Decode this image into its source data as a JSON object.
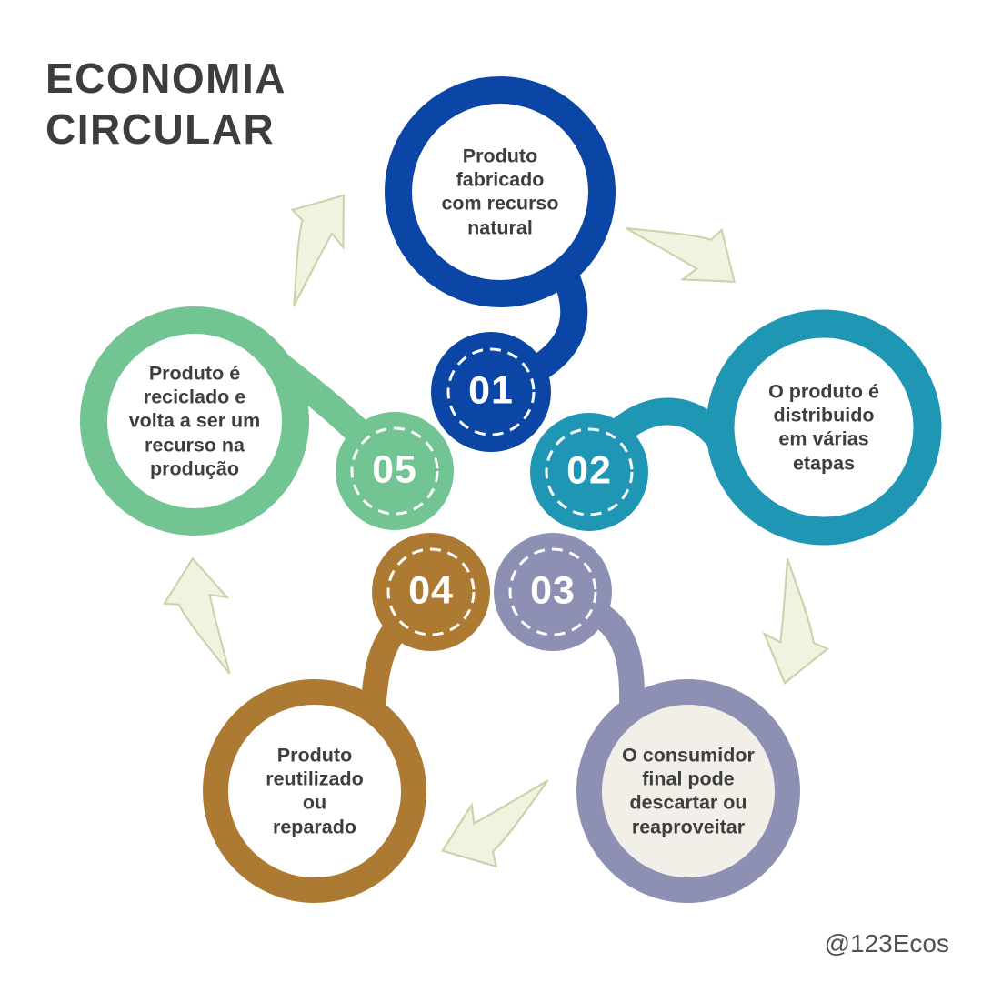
{
  "title": {
    "text": "ECONOMIA\nCIRCULAR"
  },
  "credit": {
    "handle": "@123Ecos"
  },
  "colors": {
    "title_text": "#3d3d3d",
    "step_label_text": "#3e3e3e",
    "number_text": "#ffffff",
    "dashed_ring": "#ffffff",
    "credit_text": "#515151",
    "background": "#ffffff",
    "arrow_fill": "#f0f3e0",
    "arrow_edge": "#ccd3ab"
  },
  "steps": [
    {
      "number": "01",
      "label": "Produto\nfabricado\ncom recurso\nnatural",
      "color": "#0b45a6",
      "inner_fill": "#ffffff"
    },
    {
      "number": "02",
      "label": "O produto é\ndistribuido\nem várias\netapas",
      "color": "#1f96b4",
      "inner_fill": "#ffffff"
    },
    {
      "number": "03",
      "label": "O consumidor\nfinal pode\ndescartar ou\nreaproveitar",
      "color": "#8d90b3",
      "inner_fill": "#f1efe8"
    },
    {
      "number": "04",
      "label": "Produto\nreutilizado\nou\nreparado",
      "color": "#ad7a33",
      "inner_fill": "#ffffff"
    },
    {
      "number": "05",
      "label": "Produto é\nreciclado e\nvolta a ser um\nrecurso na\nprodução",
      "color": "#72c493",
      "inner_fill": "#ffffff"
    }
  ],
  "arrows": [
    {
      "name": "arrow-05-to-01"
    },
    {
      "name": "arrow-01-to-02"
    },
    {
      "name": "arrow-02-to-03"
    },
    {
      "name": "arrow-03-to-04"
    },
    {
      "name": "arrow-04-to-05"
    }
  ]
}
